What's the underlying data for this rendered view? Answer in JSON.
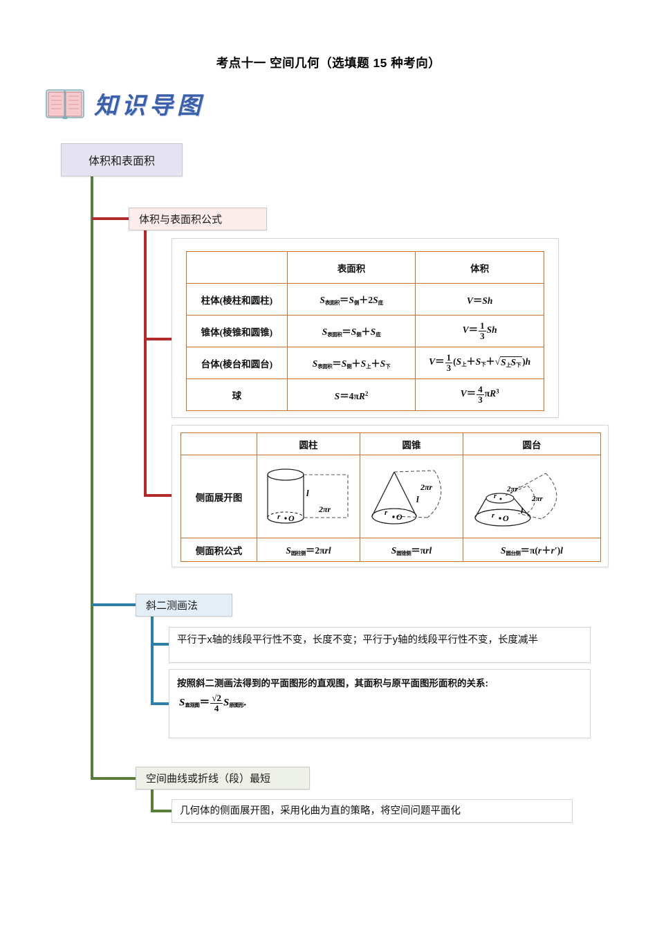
{
  "document": {
    "title": "考点十一 空间几何（选填题 15 种考向）",
    "logo_text": "知识导图",
    "logo_icon": "open-book-icon"
  },
  "mindmap": {
    "root": {
      "label": "体积和表面积",
      "color": "#e6e4f2",
      "branch_color": "#5a7d3a"
    },
    "branches": [
      {
        "label": "体积与表面积公式",
        "color": "#fcecec",
        "branch_color": "#b02b2b"
      },
      {
        "label": "斜二测画法",
        "color": "#e4eef6",
        "branch_color": "#2c7fa8"
      },
      {
        "label": "空间曲线或折线（段）最短",
        "color": "#edf1e8",
        "branch_color": "#5a7d3a"
      }
    ]
  },
  "table_formulas": {
    "headers": [
      "",
      "表面积",
      "体积"
    ],
    "rows": [
      {
        "name": "柱体(棱柱和圆柱)",
        "surface": "S表面积=S侧+2S底",
        "volume": "V=Sh"
      },
      {
        "name": "锥体(棱锥和圆锥)",
        "surface": "S表面积=S侧+S底",
        "volume": "V=(1/3)Sh"
      },
      {
        "name": "台体(棱台和圆台)",
        "surface": "S表面积=S侧+S上+S下",
        "volume": "V=(1/3)(S上+S下+√(S上S下))h"
      },
      {
        "name": "球",
        "surface": "S=4πR²",
        "volume": "V=(4/3)πR³"
      }
    ]
  },
  "table_lateral": {
    "headers": [
      "",
      "圆柱",
      "圆锥",
      "圆台"
    ],
    "row_labels": [
      "侧面展开图",
      "侧面积公式"
    ],
    "diagram_labels": {
      "cylinder": [
        "l",
        "2πr",
        "r",
        "O"
      ],
      "cone": [
        "2πr",
        "l",
        "r",
        "O"
      ],
      "frustum": [
        "2πr'",
        "2πr",
        "l",
        "r'",
        "r",
        "O"
      ]
    },
    "formulas": [
      "S圆柱侧=2πrl",
      "S圆锥侧=πrl",
      "S圆台侧=π(r+r')l"
    ]
  },
  "oblique_notes": {
    "note1": "平行于x轴的线段平行性不变，长度不变；平行于y轴的线段平行性不变，长度减半",
    "note2_heading": "按照斜二测画法得到的平面图形的直观图，其面积与原平面图形面积的关系:",
    "note2_formula": "S直观图=(√2/4)S原图形."
  },
  "shortest_path": {
    "note": "几何体的侧面展开图，采用化曲为直的策略，将空间问题平面化"
  }
}
